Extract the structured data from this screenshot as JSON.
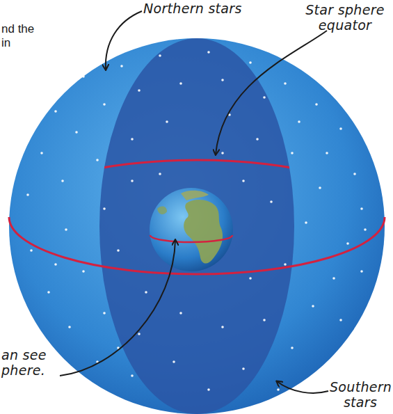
{
  "diagram": {
    "labels": [
      "Northern stars",
      "Star sphere equator",
      "Southern stars",
      "nd the in",
      "an see phere."
    ]
  }
}
